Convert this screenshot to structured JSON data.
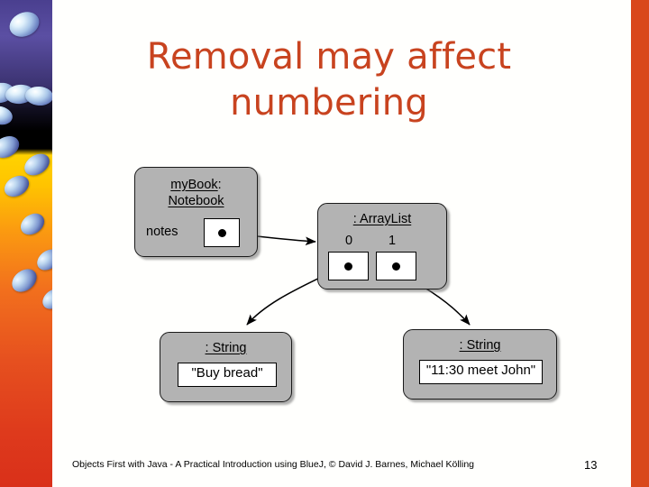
{
  "slide": {
    "title": "Removal may affect numbering",
    "title_color": "#c8431f",
    "accent_color": "#d9481c",
    "background_color": "#fffffd",
    "page_number": "13",
    "footer": "Objects First with Java - A Practical Introduction using BlueJ, © David J. Barnes, Michael Kölling"
  },
  "diagram": {
    "box_fill": "#b3b3b3",
    "objects": [
      {
        "id": "mybook",
        "title_line1": "myBook",
        "title_line1_suffix": ":",
        "title_line2": "Notebook",
        "field_label": "notes",
        "reference": "dot"
      },
      {
        "id": "arraylist",
        "title": ": ArrayList",
        "indices": [
          "0",
          "1"
        ],
        "references": [
          "dot",
          "dot"
        ]
      },
      {
        "id": "string-0",
        "title": ": String",
        "value": "\"Buy bread\""
      },
      {
        "id": "string-1",
        "title": ": String",
        "value": "\"11:30 meet John\""
      }
    ],
    "arrows": [
      {
        "from": "mybook.notes",
        "to": "arraylist"
      },
      {
        "from": "arraylist.0",
        "to": "string-0"
      },
      {
        "from": "arraylist.1",
        "to": "string-1"
      }
    ]
  }
}
